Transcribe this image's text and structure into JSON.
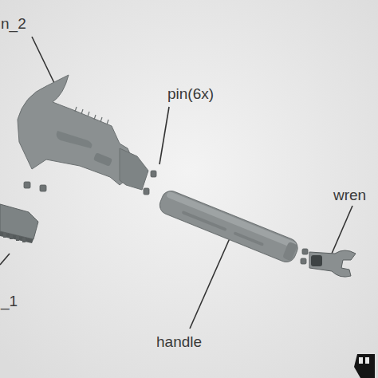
{
  "diagram": {
    "labels": [
      "n_2",
      "pin(6x)",
      "wren",
      "_1",
      "handle"
    ]
  }
}
